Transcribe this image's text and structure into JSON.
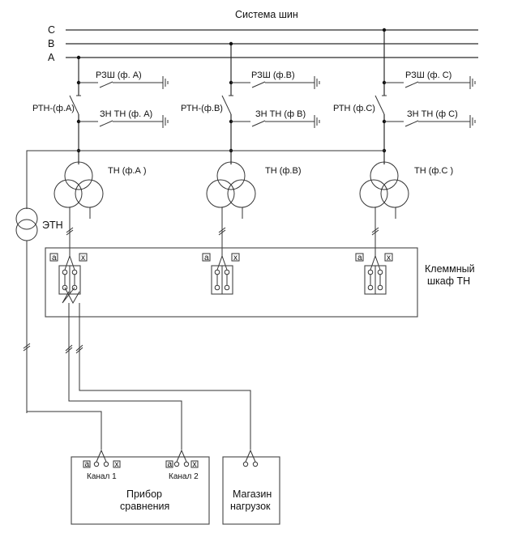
{
  "title": "Система шин",
  "buses": [
    {
      "label": "C"
    },
    {
      "label": "B"
    },
    {
      "label": "A"
    }
  ],
  "phases": [
    {
      "id": "A",
      "bus": "A",
      "rzsh_label": "РЗШ (ф. А)",
      "rtn_label": "РТН-(ф.А)",
      "zntn_label": "ЗН ТН (ф. А)",
      "tn_label": "ТН (ф.А )"
    },
    {
      "id": "B",
      "bus": "B",
      "rzsh_label": "РЗШ (ф.В)",
      "rtn_label": "РТН-(ф.В)",
      "zntn_label": "ЗН ТН (ф В)",
      "tn_label": "ТН (ф.В)"
    },
    {
      "id": "C",
      "bus": "C",
      "rzsh_label": "РЗШ (ф. С)",
      "rtn_label": "РТН (ф.С)",
      "zntn_label": "ЗН ТН (ф С)",
      "tn_label": "ТН (ф.С )"
    }
  ],
  "etn_label": "ЭТН",
  "cabinet": {
    "label_line1": "Клеммный",
    "label_line2": "шкаф ТН",
    "terminal_a": "a",
    "terminal_x": "x"
  },
  "comparator": {
    "label_line1": "Прибор",
    "label_line2": "сравнения",
    "channel1": "Канал 1",
    "channel2": "Канал 2",
    "terminal_a": "a",
    "terminal_x": "x"
  },
  "load_box": {
    "label_line1": "Магазин",
    "label_line2": "нагрузок"
  }
}
